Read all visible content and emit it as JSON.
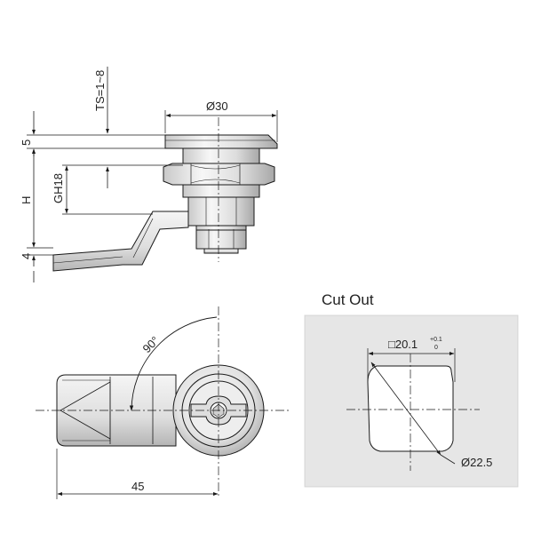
{
  "side_view": {
    "ts_label": "TS=1~8",
    "diameter_top_label": "Ø30",
    "dim_5_label": "5",
    "gh_label": "GH18",
    "h_label": "H",
    "dim_4_label": "4"
  },
  "front_view": {
    "angle_label": "90°",
    "width_label": "45"
  },
  "cutout": {
    "title": "Cut Out",
    "square_label": "□20.1",
    "tol_upper": "+0.1",
    "tol_lower": "0",
    "diameter_label": "Ø22.5"
  },
  "colors": {
    "line": "#1a1a1a",
    "panel_fill": "#e6e6e6",
    "metal_light": "#f4f4f4",
    "metal_mid": "#d6d6d6",
    "metal_dark": "#9a9a9a"
  }
}
